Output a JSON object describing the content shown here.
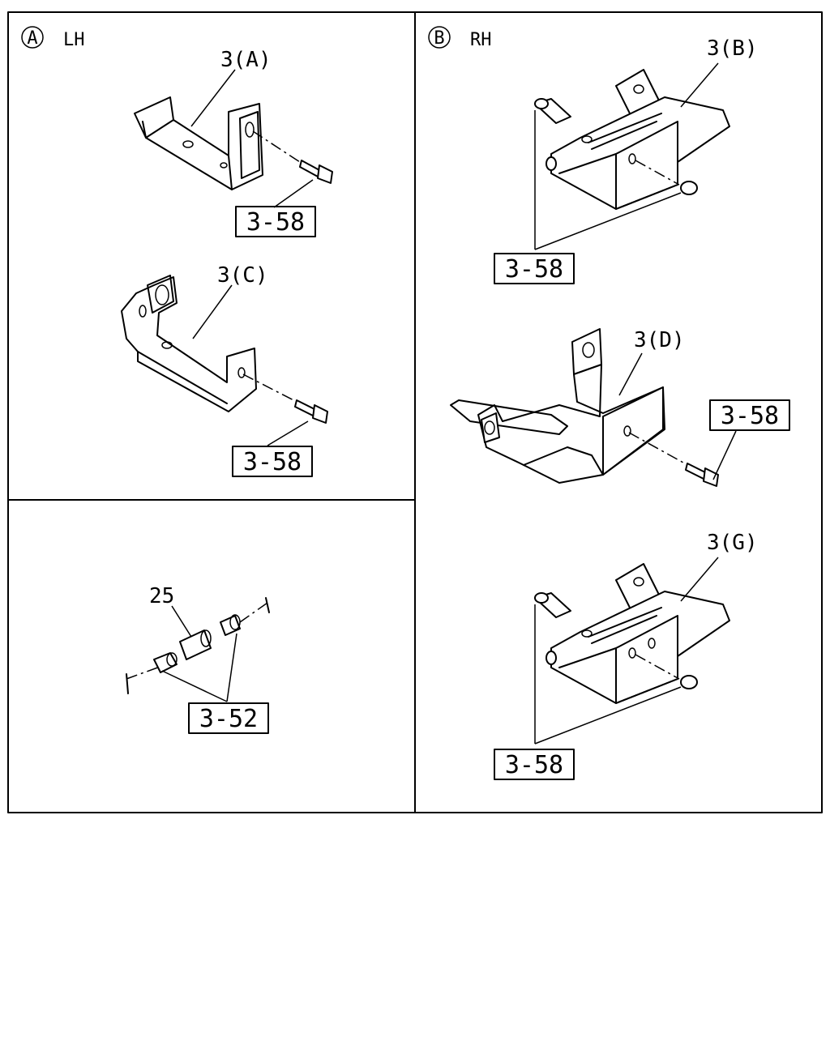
{
  "panels": {
    "lh": {
      "circle_letter": "A",
      "label": "LH"
    },
    "rh": {
      "circle_letter": "B",
      "label": "RH"
    }
  },
  "parts": {
    "bracket_a": "3(A)",
    "bracket_c": "3(C)",
    "bracket_b": "3(B)",
    "bracket_d": "3(D)",
    "bracket_g": "3(G)",
    "spacer": "25"
  },
  "refs": {
    "ref_a": "3-58",
    "ref_c": "3-58",
    "ref_b": "3-58",
    "ref_d": "3-58",
    "ref_g": "3-58",
    "ref_spacer": "3-52"
  }
}
